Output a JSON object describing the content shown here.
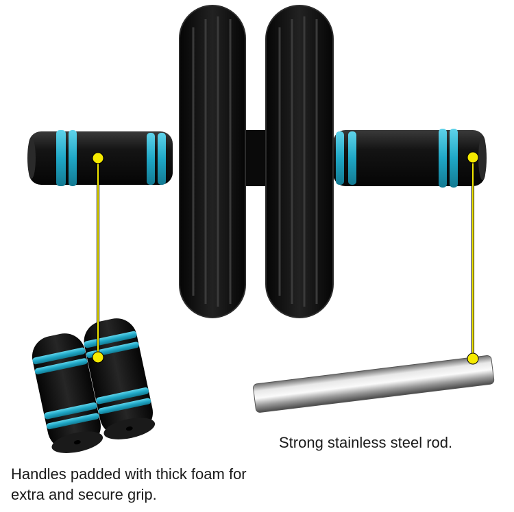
{
  "colors": {
    "callout": "#f5ea00",
    "foam": "#111111",
    "stripe": "#2fb9d6",
    "wheel": "#0c0c0c",
    "steel": "#b8b8b8"
  },
  "captions": {
    "rod": "Strong stainless steel rod.",
    "handles": "Handles padded with thick foam for extra and secure grip."
  },
  "icons": [
    "ab-wheel-roller",
    "foam-handle-grips",
    "steel-rod"
  ]
}
